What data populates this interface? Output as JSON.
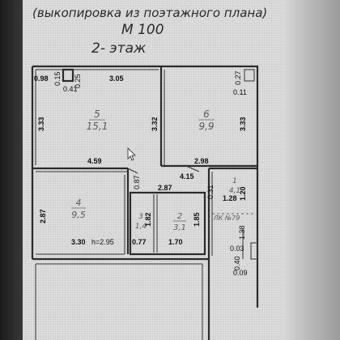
{
  "header": {
    "title": "(выкопировка из поэтажного плана)",
    "scale": "М 100",
    "floor": "2- этаж"
  },
  "rooms": [
    {
      "number": "5",
      "area": "15,1"
    },
    {
      "number": "6",
      "area": "9,9"
    },
    {
      "number": "4",
      "area": "9,5"
    },
    {
      "number": "3",
      "area": "1,4"
    },
    {
      "number": "2",
      "area": "3,1"
    },
    {
      "number": "1",
      "area": "4,1"
    }
  ],
  "dimensions": {
    "d0_98": "0.98",
    "d0_15": "0.15",
    "d0_41": "0.41",
    "d0_25": "0.25",
    "d3_05": "3.05",
    "d0_27": "0.27",
    "d0_11": "0.11",
    "d3_33a": "3.33",
    "d3_32": "3.32",
    "d3_33b": "3.33",
    "d4_59": "4.59",
    "d2_98": "2.98",
    "d0_87": "0.87",
    "d4_15": "4.15",
    "d2_87a": "2.87",
    "d0_31": "0.31",
    "d1_28": "1.28",
    "d1_20": "1.20",
    "d2_87b": "2.87",
    "d1_82": "1.82",
    "d1_85": "1.85",
    "d3_30": "3.30",
    "d_h": "h=2.95",
    "d0_77": "0.77",
    "d1_70": "1.70",
    "d1_38": "1.38",
    "d0_03": "0.03",
    "d0_40": "0.40",
    "d0_09": "0.09"
  },
  "marks": {
    "stair_label": "ЛК №79"
  },
  "colors": {
    "paper": "#dcdcdc",
    "ink": "#2b2b2b"
  }
}
